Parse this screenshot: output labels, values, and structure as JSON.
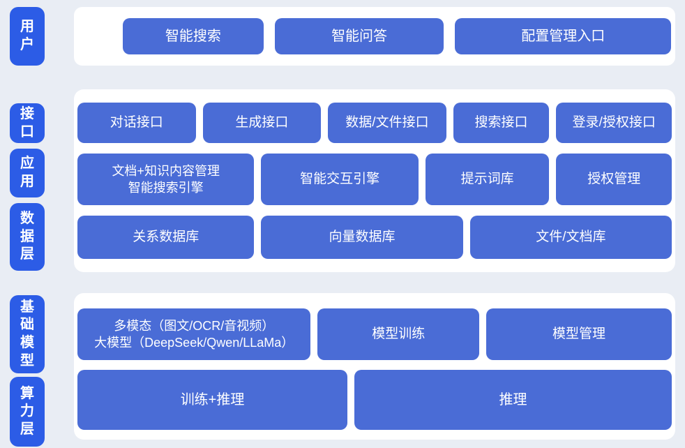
{
  "colors": {
    "page_bg": "#e9edf4",
    "panel_bg": "#ffffff",
    "layer_label_bg": "#2c5ce6",
    "block_bg": "#4a6cd6",
    "text_on_blue": "#ffffff"
  },
  "sections": [
    {
      "labels": [
        {
          "text": "用户"
        }
      ],
      "rows": [
        {
          "buttons": [
            {
              "label": "智能搜索"
            },
            {
              "label": "智能问答"
            },
            {
              "label": "配置管理入口"
            }
          ]
        }
      ]
    },
    {
      "labels": [
        {
          "text": "接口"
        },
        {
          "text": "应用"
        },
        {
          "text": "数据层"
        }
      ],
      "rows": [
        {
          "buttons": [
            {
              "label": "对话接口"
            },
            {
              "label": "生成接口"
            },
            {
              "label": "数据/文件接口"
            },
            {
              "label": "搜索接口"
            },
            {
              "label": "登录/授权接口"
            }
          ]
        },
        {
          "buttons": [
            {
              "label_line1": "文档+知识内容管理",
              "label_line2": "智能搜索引擎"
            },
            {
              "label": "智能交互引擎"
            },
            {
              "label": "提示词库"
            },
            {
              "label": "授权管理"
            }
          ]
        },
        {
          "buttons": [
            {
              "label": "关系数据库"
            },
            {
              "label": "向量数据库"
            },
            {
              "label": "文件/文档库"
            }
          ]
        }
      ]
    },
    {
      "labels": [
        {
          "text": "基础模型"
        },
        {
          "text": "算力层"
        }
      ],
      "rows": [
        {
          "buttons": [
            {
              "label_line1": "多模态（图文/OCR/音视频）",
              "label_line2": "大模型（DeepSeek/Qwen/LLaMa）"
            },
            {
              "label": "模型训练"
            },
            {
              "label": "模型管理"
            }
          ]
        },
        {
          "buttons": [
            {
              "label": "训练+推理"
            },
            {
              "label": "推理"
            }
          ]
        }
      ]
    }
  ]
}
